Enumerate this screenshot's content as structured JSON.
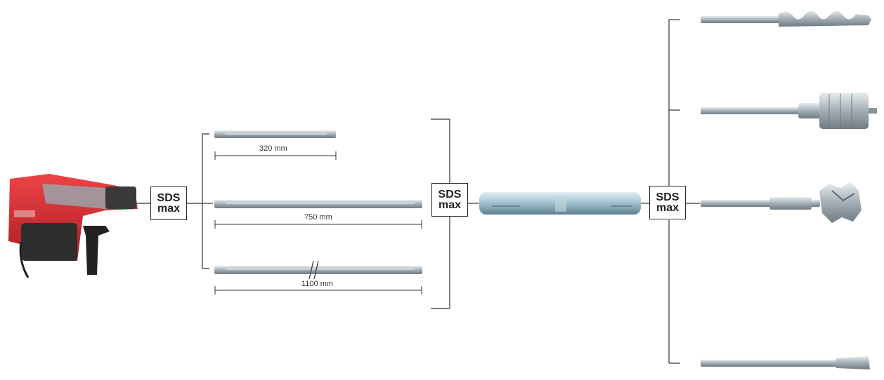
{
  "connectors": [
    {
      "line1": "SDS",
      "line2": "max"
    },
    {
      "line1": "SDS",
      "line2": "max"
    },
    {
      "line1": "SDS",
      "line2": "max"
    }
  ],
  "extensions": [
    {
      "length_label": "320 mm"
    },
    {
      "length_label": "750 mm"
    },
    {
      "length_label": "1100 mm"
    }
  ],
  "tools": [
    "drill-bit",
    "core-bit",
    "core-cutter",
    "flat-chisel"
  ],
  "colors": {
    "hammer_red": "#d42a2e",
    "hammer_dark": "#2a2a2a",
    "steel": "#b9c2c9",
    "adapter_blue": "#8fb9cc",
    "line": "#333333"
  }
}
